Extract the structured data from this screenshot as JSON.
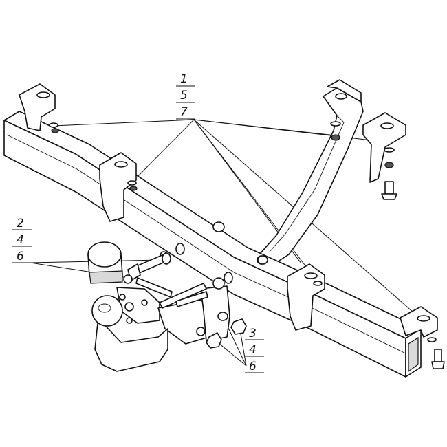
{
  "callouts": {
    "top": [
      "1",
      "5",
      "7"
    ],
    "left": [
      "2",
      "4",
      "6"
    ],
    "bottom": [
      "3",
      "4",
      "6"
    ]
  },
  "colors": {
    "line": "#111111",
    "background": "#ffffff"
  }
}
